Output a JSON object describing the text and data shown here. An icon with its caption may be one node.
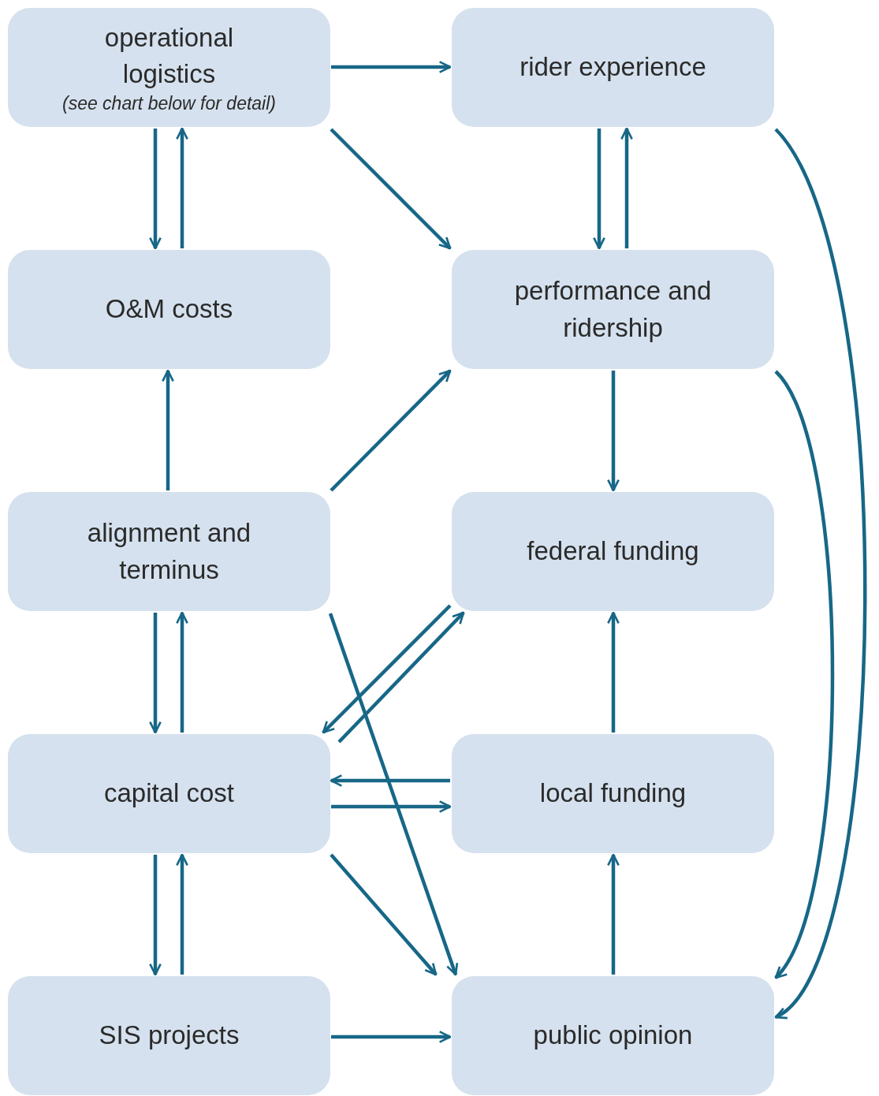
{
  "diagram": {
    "nodes": [
      {
        "text": [
          "operational logistics",
          "(see chart below for detail)"
        ]
      },
      {
        "text": [
          "rider experience"
        ]
      },
      {
        "text": [
          "O&M costs"
        ]
      },
      {
        "text": [
          "performance and ridership"
        ]
      },
      {
        "text": [
          "alignment and terminus"
        ]
      },
      {
        "text": [
          "federal funding"
        ]
      },
      {
        "text": [
          "capital cost"
        ]
      },
      {
        "text": [
          "local funding"
        ]
      },
      {
        "text": [
          "SIS projects"
        ]
      },
      {
        "text": [
          "public opinion"
        ]
      }
    ],
    "edges": [
      {
        "from": 0,
        "to": 1,
        "arrow": "to"
      },
      {
        "from": 0,
        "to": 2,
        "arrow": "to"
      },
      {
        "from": 2,
        "to": 0,
        "arrow": "to"
      },
      {
        "from": 0,
        "to": 3,
        "arrow": "to"
      },
      {
        "from": 1,
        "to": 3,
        "arrow": "to"
      },
      {
        "from": 3,
        "to": 1,
        "arrow": "to"
      },
      {
        "from": 1,
        "to": 9,
        "arrow": "to"
      },
      {
        "from": 3,
        "to": 9,
        "arrow": "to"
      },
      {
        "from": 4,
        "to": 2,
        "arrow": "to"
      },
      {
        "from": 4,
        "to": 3,
        "arrow": "to"
      },
      {
        "from": 3,
        "to": 5,
        "arrow": "to"
      },
      {
        "from": 4,
        "to": 6,
        "arrow": "to"
      },
      {
        "from": 6,
        "to": 4,
        "arrow": "to"
      },
      {
        "from": 4,
        "to": 9,
        "arrow": "to"
      },
      {
        "from": 5,
        "to": 6,
        "arrow": "to"
      },
      {
        "from": 6,
        "to": 5,
        "arrow": "to"
      },
      {
        "from": 7,
        "to": 6,
        "arrow": "to"
      },
      {
        "from": 6,
        "to": 7,
        "arrow": "to"
      },
      {
        "from": 7,
        "to": 5,
        "arrow": "to"
      },
      {
        "from": 6,
        "to": 9,
        "arrow": "to"
      },
      {
        "from": 6,
        "to": 8,
        "arrow": "to"
      },
      {
        "from": 8,
        "to": 6,
        "arrow": "to"
      },
      {
        "from": 8,
        "to": 9,
        "arrow": "to"
      },
      {
        "from": 9,
        "to": 7,
        "arrow": "to"
      }
    ]
  }
}
